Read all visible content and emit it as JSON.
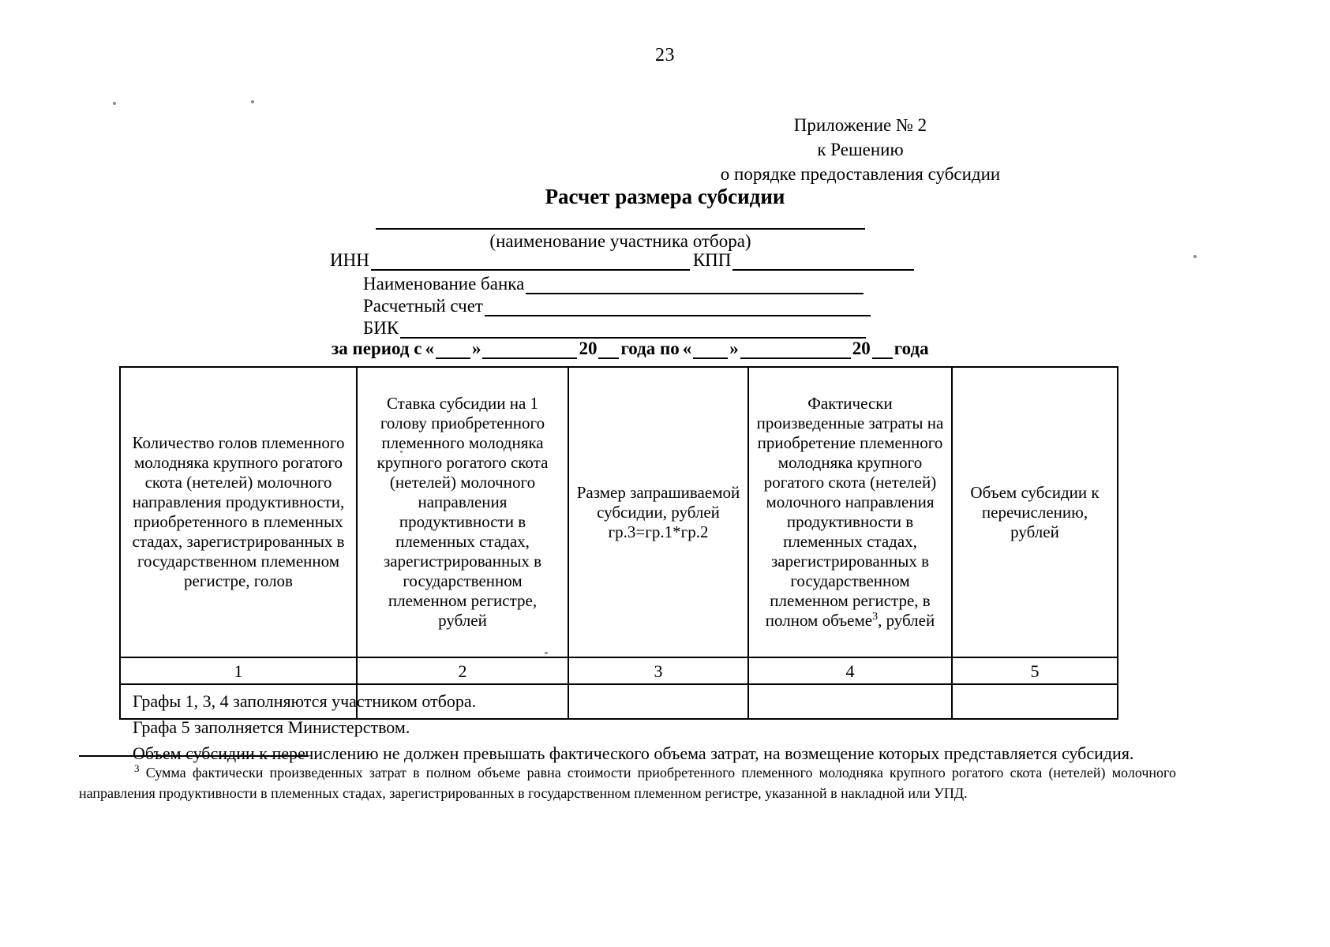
{
  "page": {
    "number": "23"
  },
  "appendix": {
    "line1": "Приложение № 2",
    "line2": "к Решению",
    "line3": "о порядке предоставления субсидии"
  },
  "title": "Расчет размера субсидии",
  "org": {
    "caption": "(наименование участника отбора)"
  },
  "requisites": {
    "inn_label": "ИНН",
    "kpp_label": "КПП",
    "bank_label": "Наименование банка",
    "account_label": "Расчетный счет",
    "bik_label": "БИК"
  },
  "period": {
    "prefix": "за период с",
    "quote_open": "«",
    "quote_close": "»",
    "year1": "20",
    "mid": "года по",
    "year2": "20",
    "suffix": "года"
  },
  "table": {
    "headers": {
      "col1": "Количество голов племенного молодняка крупного рогатого скота (нетелей) молочного направления продуктивности, приобретенного в племенных стадах, зарегистрированных в государственном племенном регистре, голов",
      "col2": "Ставка субсидии на 1 голову приобретенного племенного молодняка крупного рогатого скота (нетелей) молочного направления продуктивности в племенных стадах, зарегистрированных в государственном племенном регистре, рублей",
      "col3": "Размер запрашиваемой субсидии, рублей гр.3=гр.1*гр.2",
      "col4_before_sup": "Фактически произведенные затраты на приобретение племенного молодняка крупного рогатого скота (нетелей) молочного направления продуктивности в племенных стадах, зарегистрированных в государственном племенном регистре, в полном объеме",
      "col4_sup": "3",
      "col4_after_sup": ", рублей",
      "col5": "Объем субсидии к перечислению, рублей"
    },
    "column_numbers": [
      "1",
      "2",
      "3",
      "4",
      "5"
    ],
    "data_row": [
      "",
      "",
      "",
      "",
      ""
    ]
  },
  "notes": {
    "note1": "Графы 1, 3, 4 заполняются участником отбора.",
    "note2": "Графа 5 заполняется Министерством.",
    "note3": "Объем субсидии к перечислению не должен превышать фактического объема затрат, на возмещение которых представляется субсидия."
  },
  "footnote": {
    "marker": "3",
    "text": " Сумма фактически произведенных затрат в полном объеме равна стоимости приобретенного племенного молодняка крупного рогатого скота (нетелей) молочного направления продуктивности в племенных стадах, зарегистрированных в государственном племенном регистре, указанной в накладной или УПД."
  }
}
